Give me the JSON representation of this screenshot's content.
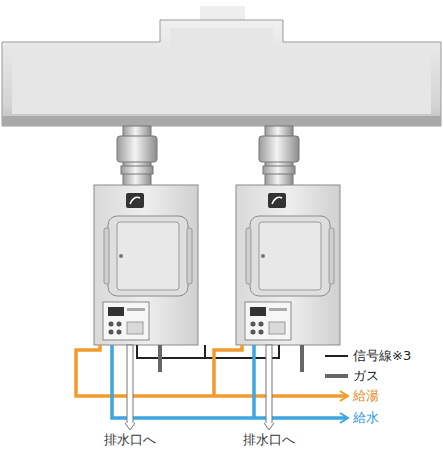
{
  "diagram": {
    "labels": [
      "信号線※3",
      "ガス",
      "給湯",
      "給水",
      "排水口へ",
      "排水口へ"
    ]
  }
}
